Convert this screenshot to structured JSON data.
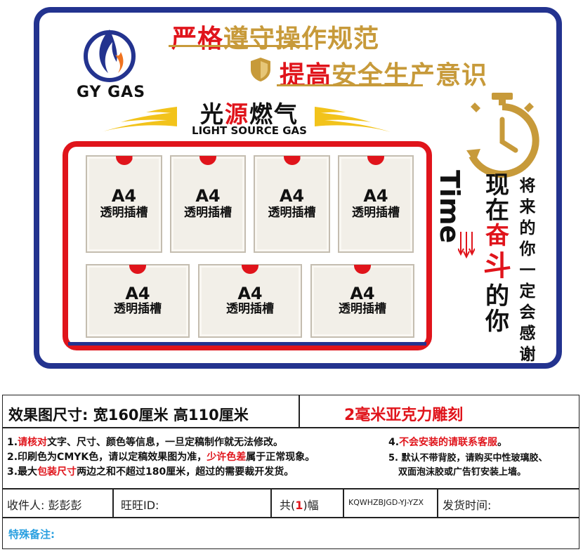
{
  "design": {
    "brand_name": "GY GAS",
    "slogan1": {
      "red": "严格",
      "gold": "遵守操作规范"
    },
    "slogan2": {
      "red": "提高",
      "gold": "安全生产意识"
    },
    "company": {
      "part1": "光",
      "part2": "源",
      "part3": "燃气"
    },
    "company_en": "LIGHT SOURCE GAS",
    "slots": [
      {
        "size": "A4",
        "label": "透明插槽"
      },
      {
        "size": "A4",
        "label": "透明插槽"
      },
      {
        "size": "A4",
        "label": "透明插槽"
      },
      {
        "size": "A4",
        "label": "透明插槽"
      },
      {
        "size": "A4",
        "label": "透明插槽"
      },
      {
        "size": "A4",
        "label": "透明插槽"
      },
      {
        "size": "A4",
        "label": "透明插槽"
      }
    ],
    "time_word": "Time",
    "motto_now": {
      "a": "现",
      "b": "在",
      "c": "奋",
      "d": "斗",
      "e": "的",
      "f": "你"
    },
    "motto_thank": "将来的你一定会感谢",
    "colors": {
      "red": "#e0141b",
      "navy": "#23338f",
      "gold": "#c79a3a"
    }
  },
  "order": {
    "size_label": "效果图尺寸: 宽160厘米  高110厘米",
    "material": "2毫米亚克力雕刻",
    "note1": {
      "n": "1.",
      "red": "请核对",
      "rest": "文字、尺寸、颜色等信息，一旦定稿制作就无法修改。"
    },
    "note2": {
      "pre": "2.印刷色为CMYK色，请以定稿效果图为准，",
      "red": "少许色差",
      "post": "属于正常现象。"
    },
    "note3": {
      "pre": "3.最大",
      "red": "包装尺寸",
      "post": "两边之和不超过180厘米，超过的需要裁开发货。"
    },
    "note4": {
      "n": "4.",
      "red": "不会安装的请联系客服",
      "post": "。"
    },
    "note5a": "5. 默认不带背胶，请购买中性玻璃胶、",
    "note5b": "双面泡沫胶或广告钉安装上墙。",
    "recipient": "收件人: 彭彭彭",
    "wangwang": "旺旺ID:",
    "count_pre": "共(",
    "count_val": "1",
    "count_post": ")幅",
    "code": "KQWHZBJGD-YJ-YZX",
    "ship_time": "发货时间:",
    "remark": "特殊备注:"
  }
}
